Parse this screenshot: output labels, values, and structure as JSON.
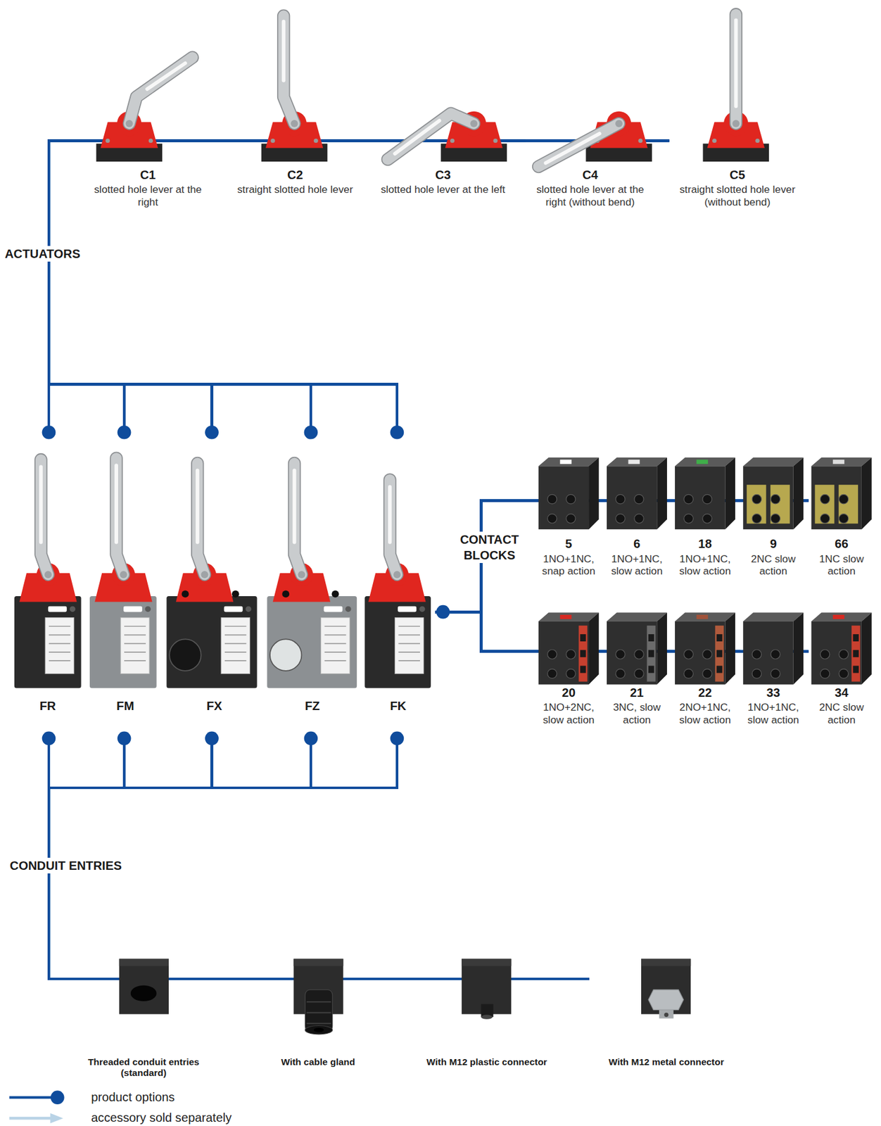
{
  "diagram": {
    "nodes": [
      {
        "text": [
          "C1",
          "slotted hole lever at the right"
        ]
      },
      {
        "text": [
          "C2",
          "straight slotted hole lever"
        ]
      },
      {
        "text": [
          "C3",
          "slotted hole lever at the left"
        ]
      },
      {
        "text": [
          "C4",
          "slotted hole lever at the right (without bend)"
        ]
      },
      {
        "text": [
          "C5",
          "straight slotted hole lever (without bend)"
        ]
      },
      {
        "text": [
          "FR"
        ]
      },
      {
        "text": [
          "FM"
        ]
      },
      {
        "text": [
          "FX"
        ]
      },
      {
        "text": [
          "FZ"
        ]
      },
      {
        "text": [
          "FK"
        ]
      },
      {
        "text": [
          "5",
          "1NO+1NC, snap action"
        ]
      },
      {
        "text": [
          "6",
          "1NO+1NC, slow action"
        ]
      },
      {
        "text": [
          "18",
          "1NO+1NC, slow action"
        ]
      },
      {
        "text": [
          "9",
          "2NC slow action"
        ]
      },
      {
        "text": [
          "66",
          "1NC slow action"
        ]
      },
      {
        "text": [
          "20",
          "1NO+2NC, slow action"
        ]
      },
      {
        "text": [
          "21",
          "3NC, slow action"
        ]
      },
      {
        "text": [
          "22",
          "2NO+1NC, slow action"
        ]
      },
      {
        "text": [
          "33",
          "1NO+1NC, slow action"
        ]
      },
      {
        "text": [
          "34",
          "2NC slow action"
        ]
      },
      {
        "text": [
          "Threaded conduit entries (standard)"
        ]
      },
      {
        "text": [
          "With cable gland"
        ]
      },
      {
        "text": [
          "With M12 plastic connector"
        ]
      },
      {
        "text": [
          "With M12 metal connector"
        ]
      }
    ],
    "edges": [
      {
        "from": 0,
        "to": 5,
        "arrow": "none"
      },
      {
        "from": 0,
        "to": 6,
        "arrow": "none"
      },
      {
        "from": 0,
        "to": 7,
        "arrow": "none"
      },
      {
        "from": 0,
        "to": 8,
        "arrow": "none"
      },
      {
        "from": 0,
        "to": 9,
        "arrow": "none"
      },
      {
        "from": 1,
        "to": 5,
        "arrow": "none"
      },
      {
        "from": 1,
        "to": 6,
        "arrow": "none"
      },
      {
        "from": 1,
        "to": 7,
        "arrow": "none"
      },
      {
        "from": 1,
        "to": 8,
        "arrow": "none"
      },
      {
        "from": 1,
        "to": 9,
        "arrow": "none"
      },
      {
        "from": 2,
        "to": 5,
        "arrow": "none"
      },
      {
        "from": 2,
        "to": 6,
        "arrow": "none"
      },
      {
        "from": 2,
        "to": 7,
        "arrow": "none"
      },
      {
        "from": 2,
        "to": 8,
        "arrow": "none"
      },
      {
        "from": 2,
        "to": 9,
        "arrow": "none"
      },
      {
        "from": 3,
        "to": 5,
        "arrow": "none"
      },
      {
        "from": 3,
        "to": 6,
        "arrow": "none"
      },
      {
        "from": 3,
        "to": 7,
        "arrow": "none"
      },
      {
        "from": 3,
        "to": 8,
        "arrow": "none"
      },
      {
        "from": 3,
        "to": 9,
        "arrow": "none"
      },
      {
        "from": 4,
        "to": 5,
        "arrow": "none"
      },
      {
        "from": 4,
        "to": 6,
        "arrow": "none"
      },
      {
        "from": 4,
        "to": 7,
        "arrow": "none"
      },
      {
        "from": 4,
        "to": 8,
        "arrow": "none"
      },
      {
        "from": 4,
        "to": 9,
        "arrow": "none"
      },
      {
        "from": 5,
        "to": 10,
        "arrow": "none"
      },
      {
        "from": 5,
        "to": 11,
        "arrow": "none"
      },
      {
        "from": 5,
        "to": 12,
        "arrow": "none"
      },
      {
        "from": 5,
        "to": 13,
        "arrow": "none"
      },
      {
        "from": 5,
        "to": 14,
        "arrow": "none"
      },
      {
        "from": 5,
        "to": 15,
        "arrow": "none"
      },
      {
        "from": 5,
        "to": 16,
        "arrow": "none"
      },
      {
        "from": 5,
        "to": 17,
        "arrow": "none"
      },
      {
        "from": 5,
        "to": 18,
        "arrow": "none"
      },
      {
        "from": 5,
        "to": 19,
        "arrow": "none"
      },
      {
        "from": 6,
        "to": 10,
        "arrow": "none"
      },
      {
        "from": 6,
        "to": 11,
        "arrow": "none"
      },
      {
        "from": 6,
        "to": 12,
        "arrow": "none"
      },
      {
        "from": 6,
        "to": 13,
        "arrow": "none"
      },
      {
        "from": 6,
        "to": 14,
        "arrow": "none"
      },
      {
        "from": 6,
        "to": 15,
        "arrow": "none"
      },
      {
        "from": 6,
        "to": 16,
        "arrow": "none"
      },
      {
        "from": 6,
        "to": 17,
        "arrow": "none"
      },
      {
        "from": 6,
        "to": 18,
        "arrow": "none"
      },
      {
        "from": 6,
        "to": 19,
        "arrow": "none"
      },
      {
        "from": 7,
        "to": 10,
        "arrow": "none"
      },
      {
        "from": 7,
        "to": 11,
        "arrow": "none"
      },
      {
        "from": 7,
        "to": 12,
        "arrow": "none"
      },
      {
        "from": 7,
        "to": 13,
        "arrow": "none"
      },
      {
        "from": 7,
        "to": 14,
        "arrow": "none"
      },
      {
        "from": 7,
        "to": 15,
        "arrow": "none"
      },
      {
        "from": 7,
        "to": 16,
        "arrow": "none"
      },
      {
        "from": 7,
        "to": 17,
        "arrow": "none"
      },
      {
        "from": 7,
        "to": 18,
        "arrow": "none"
      },
      {
        "from": 7,
        "to": 19,
        "arrow": "none"
      },
      {
        "from": 8,
        "to": 10,
        "arrow": "none"
      },
      {
        "from": 8,
        "to": 11,
        "arrow": "none"
      },
      {
        "from": 8,
        "to": 12,
        "arrow": "none"
      },
      {
        "from": 8,
        "to": 13,
        "arrow": "none"
      },
      {
        "from": 8,
        "to": 14,
        "arrow": "none"
      },
      {
        "from": 8,
        "to": 15,
        "arrow": "none"
      },
      {
        "from": 8,
        "to": 16,
        "arrow": "none"
      },
      {
        "from": 8,
        "to": 17,
        "arrow": "none"
      },
      {
        "from": 8,
        "to": 18,
        "arrow": "none"
      },
      {
        "from": 8,
        "to": 19,
        "arrow": "none"
      },
      {
        "from": 9,
        "to": 10,
        "arrow": "none"
      },
      {
        "from": 9,
        "to": 11,
        "arrow": "none"
      },
      {
        "from": 9,
        "to": 12,
        "arrow": "none"
      },
      {
        "from": 9,
        "to": 13,
        "arrow": "none"
      },
      {
        "from": 9,
        "to": 14,
        "arrow": "none"
      },
      {
        "from": 9,
        "to": 15,
        "arrow": "none"
      },
      {
        "from": 9,
        "to": 16,
        "arrow": "none"
      },
      {
        "from": 9,
        "to": 17,
        "arrow": "none"
      },
      {
        "from": 9,
        "to": 18,
        "arrow": "none"
      },
      {
        "from": 9,
        "to": 19,
        "arrow": "none"
      },
      {
        "from": 5,
        "to": 20,
        "arrow": "none"
      },
      {
        "from": 5,
        "to": 21,
        "arrow": "none"
      },
      {
        "from": 5,
        "to": 22,
        "arrow": "none"
      },
      {
        "from": 5,
        "to": 23,
        "arrow": "none"
      },
      {
        "from": 6,
        "to": 20,
        "arrow": "none"
      },
      {
        "from": 6,
        "to": 21,
        "arrow": "none"
      },
      {
        "from": 6,
        "to": 22,
        "arrow": "none"
      },
      {
        "from": 6,
        "to": 23,
        "arrow": "none"
      },
      {
        "from": 7,
        "to": 20,
        "arrow": "none"
      },
      {
        "from": 7,
        "to": 21,
        "arrow": "none"
      },
      {
        "from": 7,
        "to": 22,
        "arrow": "none"
      },
      {
        "from": 7,
        "to": 23,
        "arrow": "none"
      },
      {
        "from": 8,
        "to": 20,
        "arrow": "none"
      },
      {
        "from": 8,
        "to": 21,
        "arrow": "none"
      },
      {
        "from": 8,
        "to": 22,
        "arrow": "none"
      },
      {
        "from": 8,
        "to": 23,
        "arrow": "none"
      },
      {
        "from": 9,
        "to": 20,
        "arrow": "none"
      },
      {
        "from": 9,
        "to": 21,
        "arrow": "none"
      },
      {
        "from": 9,
        "to": 22,
        "arrow": "none"
      },
      {
        "from": 9,
        "to": 23,
        "arrow": "none"
      }
    ],
    "labels": [
      "ACTUATORS",
      "CONTACT BLOCKS",
      "CONDUIT ENTRIES"
    ],
    "legend": [
      {
        "text": "product options"
      },
      {
        "text": "accessory sold separately"
      }
    ]
  }
}
